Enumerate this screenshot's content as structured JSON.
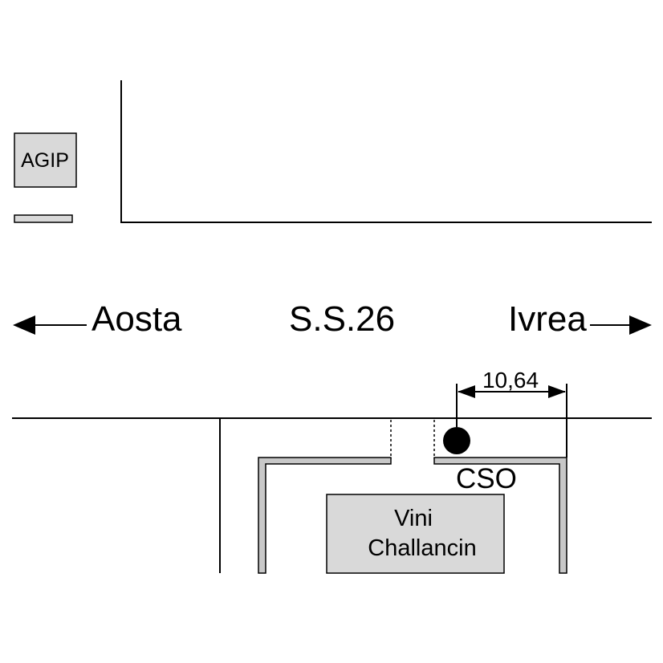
{
  "road": {
    "name": "S.S.26"
  },
  "directions": {
    "left": "Aosta",
    "right": "Ivrea"
  },
  "buildings": {
    "agip": "AGIP",
    "vini_line1": "Vini",
    "vini_line2": "Challancin"
  },
  "site": {
    "label": "CSO"
  },
  "dimension": {
    "value": "10,64"
  },
  "colors": {
    "ink": "#000000",
    "building_fill": "#d9d9d9",
    "wall_fill": "#c8c8c8",
    "background": "#ffffff"
  }
}
